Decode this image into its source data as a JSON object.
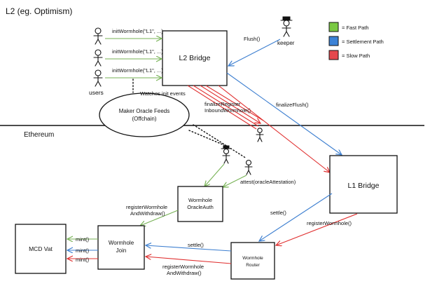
{
  "titles": {
    "l2": "L2 (eg. Optimism)",
    "ethereum": "Ethereum"
  },
  "legend": [
    {
      "label": "= Fast Path",
      "color": "#7ac943"
    },
    {
      "label": "= Settlement Path",
      "color": "#3b82d6"
    },
    {
      "label": "= Slow Path",
      "color": "#e5484d"
    }
  ],
  "boxes": {
    "l2_bridge": "L2 Bridge",
    "l1_bridge": "L1 Bridge",
    "oracle_auth": [
      "Wormhole",
      "OracleAuth"
    ],
    "join": [
      "Wormhole",
      "Join"
    ],
    "vat": "MCD Vat",
    "router": [
      "Wormhole",
      "Router"
    ],
    "oracle_feeds": [
      "Maker Oracle Feeds",
      "(Offchain)"
    ]
  },
  "actors": {
    "users": "users",
    "keeper": "keeper"
  },
  "labels": {
    "init_1": "initWormhole(\"L1\", ...)",
    "init_2": "initWormhole(\"L1\", ...)",
    "init_3": "initWormhole(\"L1\", ...)",
    "flush": "Flush()",
    "watches": "Watches init events",
    "finalize_register": [
      "finalizeRegister",
      "InboundWormhole()"
    ],
    "finalize_flush": "finalizeFlush()",
    "attest": "attest(oracleAttestation)",
    "register_withdraw_top": [
      "registerWormhole",
      "AndWithdraw()"
    ],
    "settle_l1": "settle()",
    "register_l1": "registerWormhole()",
    "settle_router": "settle()",
    "register_withdraw_bottom": [
      "registerWormhole",
      "AndWithdraw()"
    ],
    "mint_1": "mint()",
    "mint_2": "mint()",
    "mint_3": "mint()"
  }
}
